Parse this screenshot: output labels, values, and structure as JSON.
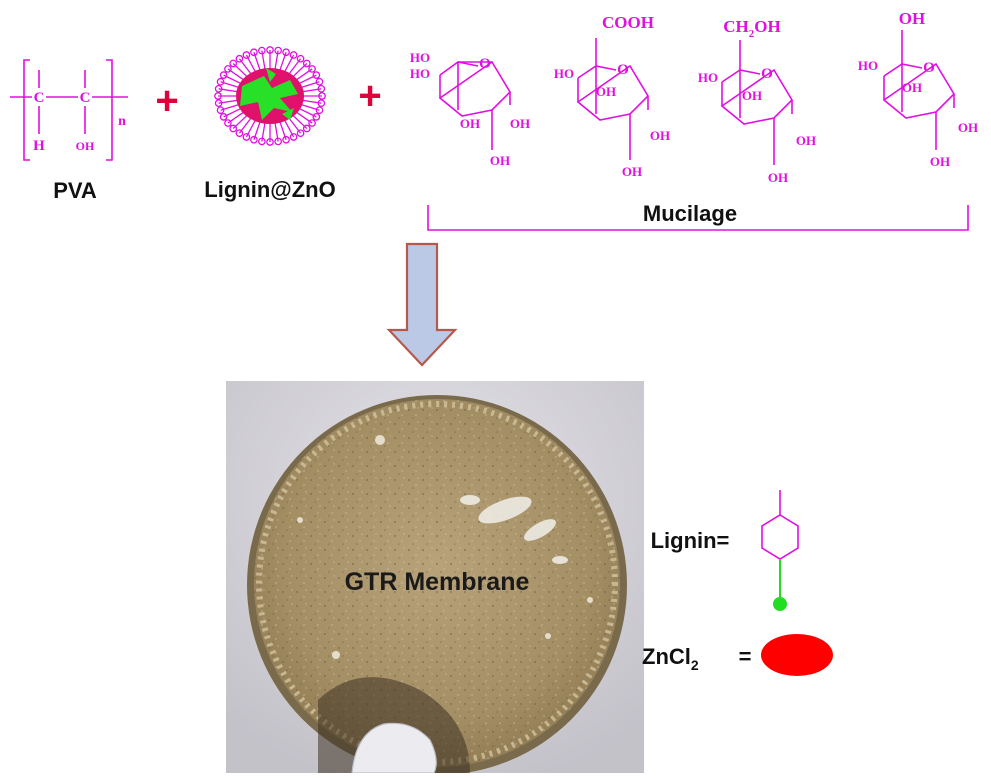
{
  "colors": {
    "chem": "#e010e0",
    "plus": "#e0003a",
    "label": "#111111",
    "arrow_fill": "#bcc9e6",
    "arrow_stroke": "#b55a4a",
    "zinc": "#ff0000",
    "bond": "#22dd22",
    "membrane": "#a8926a",
    "photo_bg": "#d8d6dc"
  },
  "reactants": {
    "pva": {
      "label": "PVA",
      "atom_c1": "C",
      "atom_c2": "C",
      "atom_h": "H",
      "group_oh": "OH",
      "subscript_n": "n"
    },
    "lignin_zno": {
      "label": "Lignin@ZnO"
    },
    "plus_sign": "+"
  },
  "mucilage": {
    "label": "Mucilage",
    "ring_oxygen": "O",
    "oh": "HO",
    "ho": "OH",
    "sugar1": {
      "top_group": ""
    },
    "sugar2": {
      "top_group": "COOH"
    },
    "sugar3": {
      "top_group_main": "CH",
      "top_group_sub": "2",
      "top_group_end": "OH"
    },
    "sugar4": {
      "top_group": "OH"
    }
  },
  "photo": {
    "caption": "GTR Membrane"
  },
  "legend": {
    "lignin_label": "Lignin=",
    "zncl2_main": "ZnCl",
    "zncl2_sub": "2",
    "equals": "="
  }
}
